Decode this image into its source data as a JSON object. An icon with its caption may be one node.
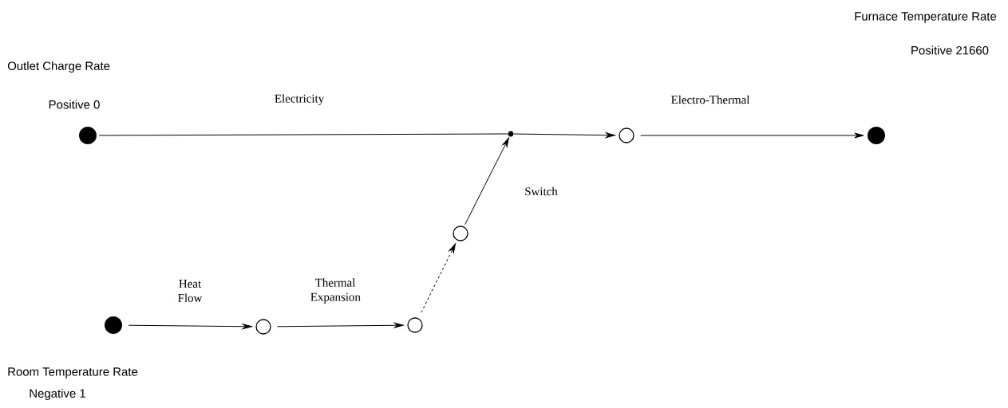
{
  "diagram": {
    "nodes": [
      {
        "text": [],
        "shape": "dot",
        "beside": [
          "Outlet Charge Rate",
          "Positive 0"
        ]
      },
      {
        "text": [],
        "shape": "dot"
      },
      {
        "text": [],
        "shape": "circle"
      },
      {
        "text": [],
        "shape": "dot",
        "beside": [
          "Furnace Temperature Rate",
          "Positive 21660"
        ]
      },
      {
        "text": [],
        "shape": "dot",
        "beside": [
          "Room Temperature Rate",
          "Negative 1"
        ]
      },
      {
        "text": [],
        "shape": "circle"
      },
      {
        "text": [],
        "shape": "circle"
      },
      {
        "text": [],
        "shape": "circle"
      }
    ],
    "edges": [
      {
        "from": 0,
        "to": 1,
        "arrow": "none",
        "label": "Electricity"
      },
      {
        "from": 1,
        "to": 2,
        "arrow": "to"
      },
      {
        "from": 2,
        "to": 3,
        "arrow": "to",
        "label": "Electro-Thermal"
      },
      {
        "from": 4,
        "to": 5,
        "arrow": "to",
        "label": "Heat Flow"
      },
      {
        "from": 5,
        "to": 6,
        "arrow": "to",
        "label": "Thermal Expansion"
      },
      {
        "from": 6,
        "to": 7,
        "arrow": "to",
        "style": "dashed"
      },
      {
        "from": 7,
        "to": 1,
        "arrow": "to",
        "label": "Switch"
      }
    ]
  }
}
